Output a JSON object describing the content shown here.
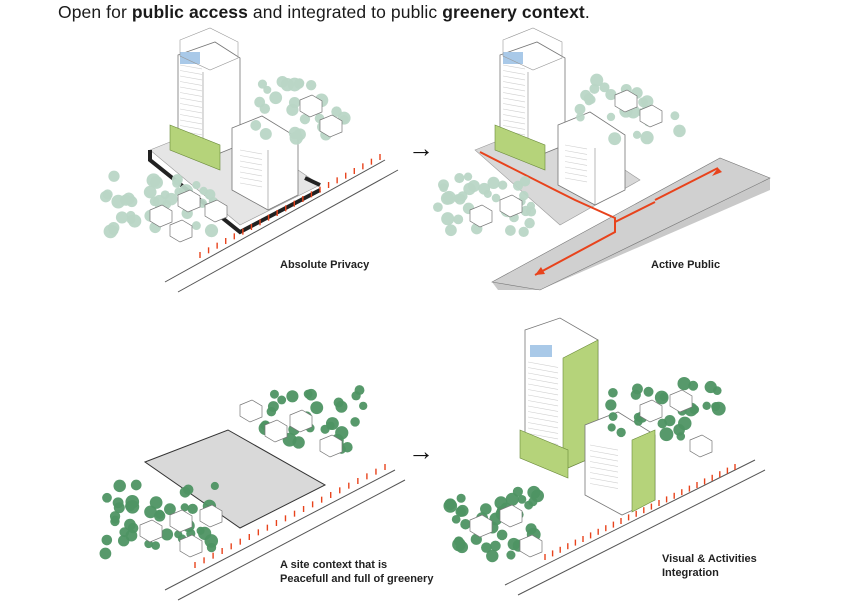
{
  "heading": {
    "p1": "Open for ",
    "b1": "public access",
    "p2": " and integrated to public ",
    "b2": "greenery context",
    "p3": "."
  },
  "panels": [
    {
      "label": "Absolute Privacy"
    },
    {
      "label": "Active Public"
    },
    {
      "label_line1": "A site context that is",
      "label_line2": "Peacefull and full of greenery"
    },
    {
      "label_line1": "Visual & Activities",
      "label_line2": "Integration"
    }
  ],
  "arrows": {
    "glyph": "→"
  },
  "colors": {
    "tree_light": "#b9d6c6",
    "tree_dark": "#4e9463",
    "facade_green": "#b5d37a",
    "road": "#c9c9c9",
    "site_gray": "#d9d9d9",
    "wall_black": "#222222",
    "path_red": "#e8431c",
    "glass_blue": "#a9c9e8"
  }
}
